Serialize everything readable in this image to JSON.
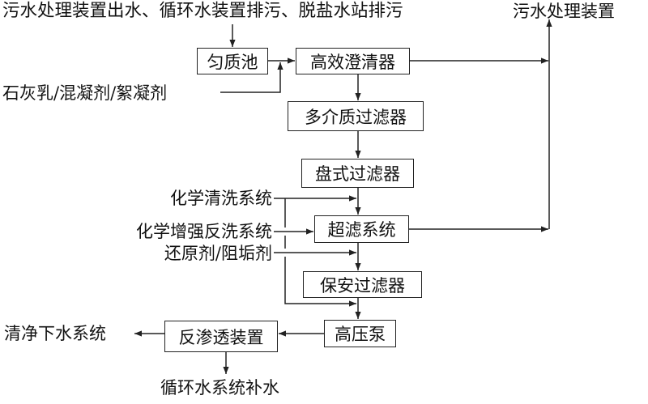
{
  "diagram": {
    "inputs": {
      "top_source": "污水处理装置出水、循环水装置排污、脱盐水站排污",
      "chemicals_clarifier": "石灰乳/混凝剂/絮凝剂",
      "chemical_cleaning": "化学清洗系统",
      "chemical_enhanced_backwash": "化学增强反洗系统",
      "reductant_antiscalant": "还原剂/阻垢剂"
    },
    "outputs": {
      "sewage_treatment": "污水处理装置",
      "clean_drain": "清净下水系统",
      "circulating_makeup": "循环水系统补水"
    },
    "units": {
      "homogenizing_tank": "匀质池",
      "high_efficiency_clarifier": "高效澄清器",
      "multimedia_filter": "多介质过滤器",
      "disc_filter": "盘式过滤器",
      "ultrafiltration": "超滤系统",
      "security_filter": "保安过滤器",
      "high_pressure_pump": "高压泵",
      "reverse_osmosis": "反渗透装置"
    },
    "edges": [
      {
        "from": "top_source",
        "to": "homogenizing_tank"
      },
      {
        "from": "homogenizing_tank",
        "to": "high_efficiency_clarifier"
      },
      {
        "from": "chemicals_clarifier",
        "to": "high_efficiency_clarifier"
      },
      {
        "from": "high_efficiency_clarifier",
        "to": "sewage_treatment"
      },
      {
        "from": "high_efficiency_clarifier",
        "to": "multimedia_filter"
      },
      {
        "from": "multimedia_filter",
        "to": "disc_filter"
      },
      {
        "from": "disc_filter",
        "to": "ultrafiltration"
      },
      {
        "from": "chemical_cleaning",
        "to": "ultrafiltration"
      },
      {
        "from": "chemical_cleaning",
        "to": "high_pressure_pump"
      },
      {
        "from": "chemical_enhanced_backwash",
        "to": "ultrafiltration"
      },
      {
        "from": "ultrafiltration",
        "to": "sewage_treatment"
      },
      {
        "from": "ultrafiltration",
        "to": "security_filter"
      },
      {
        "from": "reductant_antiscalant",
        "to": "security_filter"
      },
      {
        "from": "security_filter",
        "to": "high_pressure_pump"
      },
      {
        "from": "high_pressure_pump",
        "to": "reverse_osmosis"
      },
      {
        "from": "reverse_osmosis",
        "to": "clean_drain"
      },
      {
        "from": "reverse_osmosis",
        "to": "circulating_makeup"
      }
    ],
    "colors": {
      "line": "#222222",
      "text": "#111111",
      "background": "#ffffff"
    }
  }
}
